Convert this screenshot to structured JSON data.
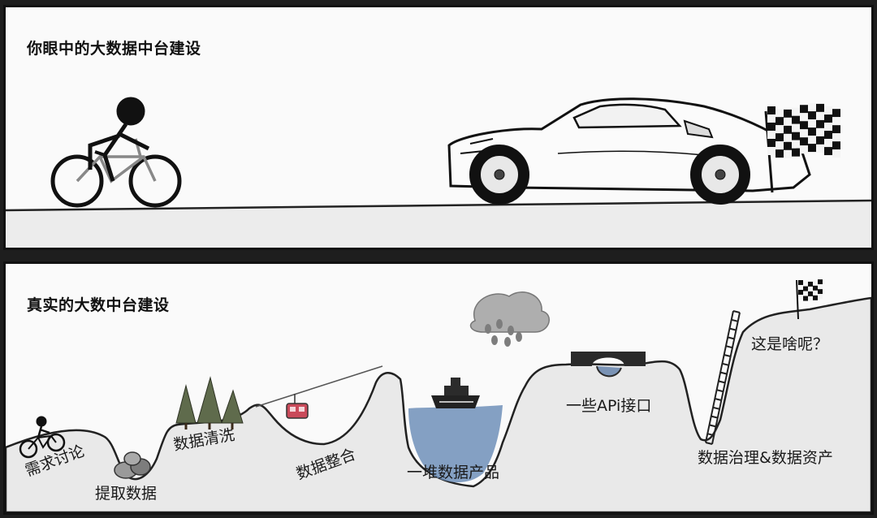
{
  "panels": {
    "expectation": {
      "title": "你眼中的大数据中台建设"
    },
    "reality": {
      "title": "真实的大数中台建设",
      "stages": [
        "需求讨论",
        "提取数据",
        "数据清洗",
        "数据整合",
        "一堆数据产品",
        "一些APi接口",
        "数据治理&数据资产",
        "这是啥呢？"
      ]
    }
  },
  "icons": [
    "bicycle-icon",
    "sports-car-icon",
    "checkered-flag-icon",
    "pine-tree-icon",
    "cable-car-icon",
    "ship-icon",
    "rain-cloud-icon",
    "ladder-icon"
  ]
}
